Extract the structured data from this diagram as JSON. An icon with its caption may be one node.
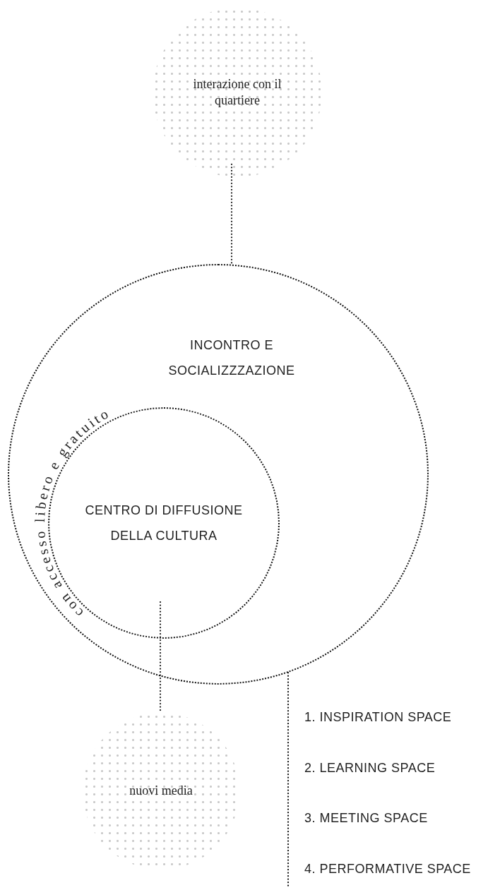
{
  "diagram": {
    "nodes": [
      {
        "text": [
          "interazione con il quartiere"
        ]
      },
      {
        "text": [
          "INCONTRO E SOCIALIZZZAZIONE"
        ]
      },
      {
        "text": [
          "CENTRO DI DIFFUSIONE DELLA CULTURA",
          "con accesso libero e gratuito"
        ],
        "in": 1
      },
      {
        "text": [
          "nuovi media"
        ]
      },
      {
        "text": [
          "1. INSPIRATION SPACE",
          "2. LEARNING SPACE",
          "3. MEETING SPACE",
          "4. PERFORMATIVE SPACE"
        ]
      }
    ],
    "edges": [
      {
        "from": 0,
        "to": 1,
        "arrow": "none"
      },
      {
        "from": 2,
        "to": 3,
        "arrow": "none"
      },
      {
        "from": 1,
        "to": 4,
        "arrow": "none"
      }
    ]
  }
}
